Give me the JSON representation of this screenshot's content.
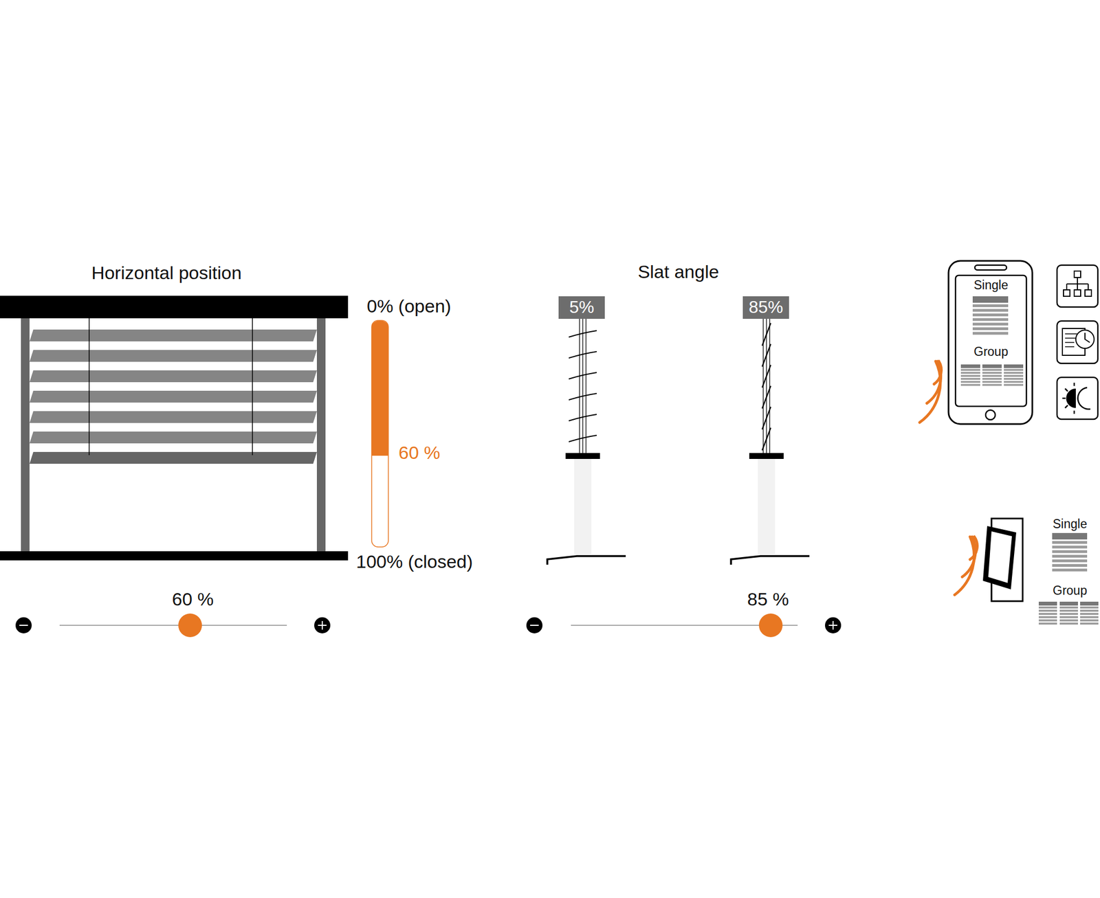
{
  "diagram": {
    "nodes": [
      {
        "text": [
          "5%"
        ]
      },
      {
        "text": [
          "85%"
        ]
      },
      {
        "text": [
          "Single",
          "Group"
        ]
      }
    ],
    "labels": [
      "Horizontal position",
      "0% (open)",
      "60 %",
      "100% (closed)",
      "60 %",
      "Slat angle",
      "85 %",
      "Single",
      "Group"
    ]
  }
}
